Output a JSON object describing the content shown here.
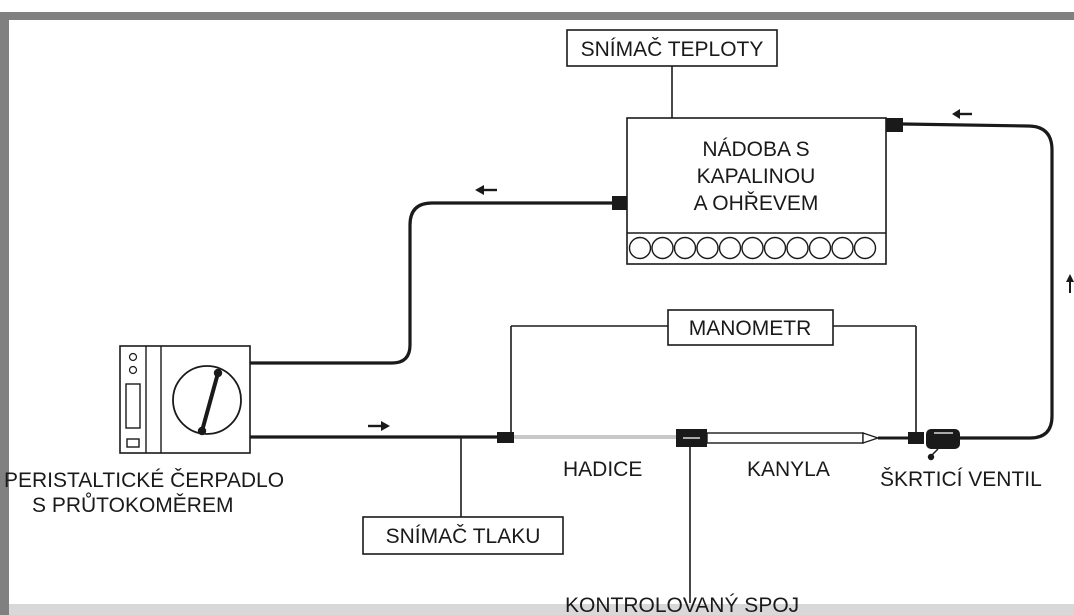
{
  "labels": {
    "temp_sensor": "SNÍMAČ TEPLOTY",
    "vessel_line1": "NÁDOBA S",
    "vessel_line2": "KAPALINOU",
    "vessel_line3": "A OHŘEVEM",
    "manometer": "MANOMETR",
    "pump_line1": "PERISTALTICKÉ ČERPADLO",
    "pump_line2": "S PRŮTOKOMĚREM",
    "pressure_sensor": "SNÍMAČ TLAKU",
    "hose": "HADICE",
    "cannula": "KANYLA",
    "valve": "ŠKRTICÍ VENTIL",
    "joint": "KONTROLOVANÝ SPOJ"
  },
  "colors": {
    "frame": "#808080",
    "line": "#1a1a1a",
    "hose_segment": "#c8c8c8",
    "background": "#ffffff"
  },
  "icons": {
    "flow_arrow": "arrow-left-icon",
    "pump_rotor": "peristaltic-rotor-icon",
    "heater": "heating-coil-icon",
    "valve": "throttle-valve-icon"
  }
}
